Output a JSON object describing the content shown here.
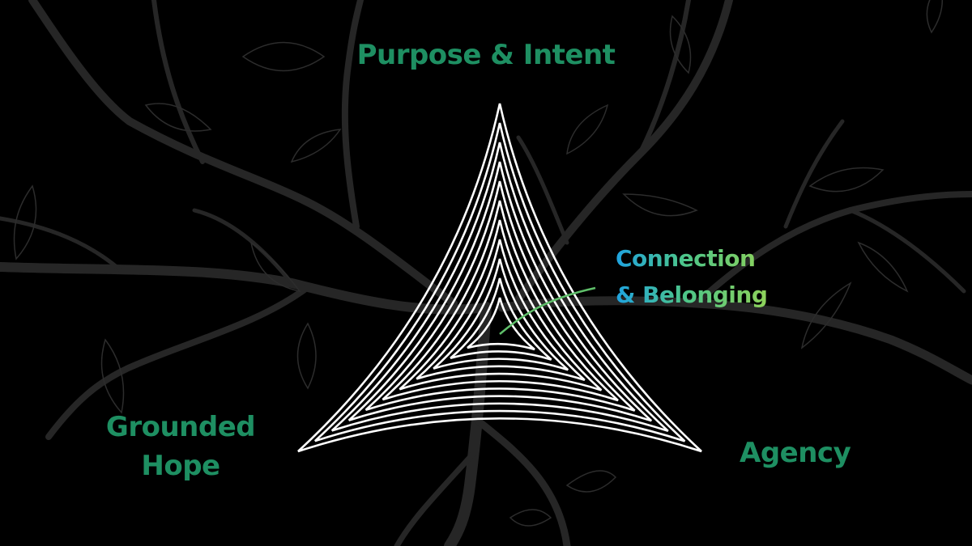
{
  "diagram": {
    "labels": {
      "top": "Purpose & Intent",
      "left_line1": "Grounded",
      "left_line2": "Hope",
      "right": "Agency",
      "center_line1": "Connection",
      "center_line2": "& Belonging"
    },
    "colors": {
      "background": "#000000",
      "label_green": "#1e8f62",
      "triangle_stroke": "#ffffff",
      "branch": "#262626",
      "pointer_line": "#5fbf6a",
      "gradient_start": "#1fa3e0",
      "gradient_end": "#8ed25a"
    },
    "nested_triangle_count": 11,
    "background_motif": "tree-branches-with-leaves"
  }
}
